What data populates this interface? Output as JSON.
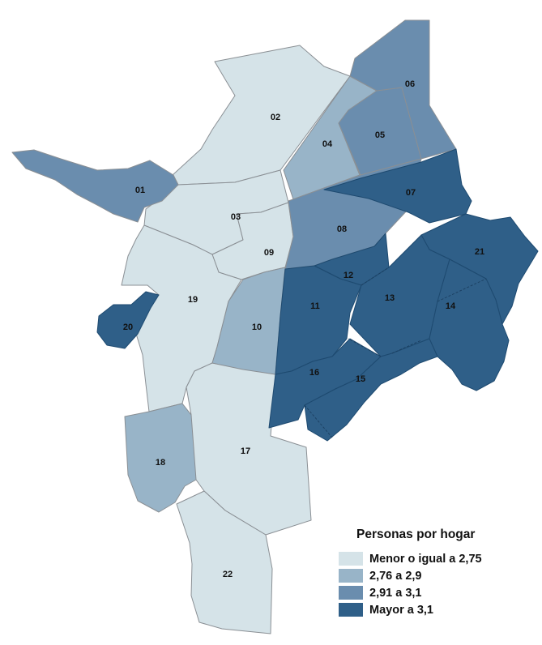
{
  "colors": {
    "class1": "#d5e3e8",
    "class2": "#98b4c8",
    "class3": "#6a8dae",
    "class4": "#2f5f88",
    "border": "#8a8f94"
  },
  "legend": {
    "title": "Personas por hogar",
    "items": [
      {
        "label": "Menor o igual a 2,75",
        "color": "#d5e3e8"
      },
      {
        "label": "2,76 a 2,9",
        "color": "#98b4c8"
      },
      {
        "label": "2,91 a 3,1",
        "color": "#6a8dae"
      },
      {
        "label": "Mayor a 3,1",
        "color": "#2f5f88"
      }
    ]
  },
  "districts": [
    {
      "code": "01",
      "class": 3
    },
    {
      "code": "02",
      "class": 1
    },
    {
      "code": "03",
      "class": 1
    },
    {
      "code": "04",
      "class": 2
    },
    {
      "code": "05",
      "class": 3
    },
    {
      "code": "06",
      "class": 3
    },
    {
      "code": "07",
      "class": 4
    },
    {
      "code": "08",
      "class": 3
    },
    {
      "code": "09",
      "class": 1
    },
    {
      "code": "10",
      "class": 2
    },
    {
      "code": "11",
      "class": 4
    },
    {
      "code": "12",
      "class": 4
    },
    {
      "code": "13",
      "class": 4
    },
    {
      "code": "14",
      "class": 4
    },
    {
      "code": "15",
      "class": 4
    },
    {
      "code": "16",
      "class": 4
    },
    {
      "code": "17",
      "class": 1
    },
    {
      "code": "18",
      "class": 2
    },
    {
      "code": "19",
      "class": 1
    },
    {
      "code": "20",
      "class": 4
    },
    {
      "code": "21",
      "class": 4
    },
    {
      "code": "22",
      "class": 1
    }
  ]
}
